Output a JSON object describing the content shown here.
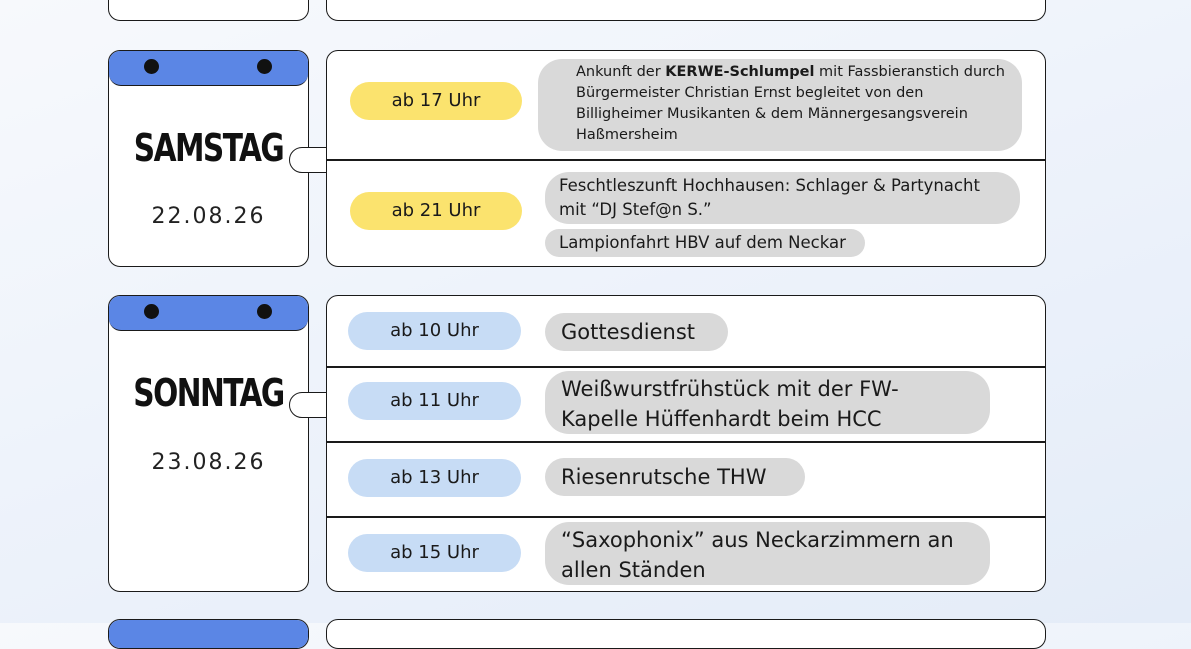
{
  "saturday": {
    "day": "SAMSTAG",
    "date": "22.08.26",
    "events": [
      {
        "time": "ab 17 Uhr",
        "text_before": "Ankunft der ",
        "text_bold": "KERWE-Schlumpel",
        "text_after": " mit Fassbieranstich durch Bürgermeister Christian Ernst begleitet von den Billigheimer Musikanten & dem Männergesangsverein Haßmersheim"
      },
      {
        "time": "ab 21 Uhr",
        "text": "Feschtleszunft Hochhausen: Schlager & Partynacht mit “DJ Stef@n S.”",
        "text2": "Lampionfahrt HBV auf dem Neckar"
      }
    ]
  },
  "sunday": {
    "day": "SONNTAG",
    "date": "23.08.26",
    "events": [
      {
        "time": "ab 10 Uhr",
        "text": "Gottesdienst"
      },
      {
        "time": "ab 11 Uhr",
        "text": "Weißwurstfrühstück mit der FW-Kapelle Hüffenhardt beim HCC"
      },
      {
        "time": "ab 13 Uhr",
        "text": "Riesenrutsche THW"
      },
      {
        "time": "ab 15 Uhr",
        "text": "“Saxophonix” aus Neckarzimmern an allen Ständen"
      }
    ]
  },
  "colors": {
    "calendar_header": "#5b86e5",
    "time_saturday": "#fbe36e",
    "time_sunday": "#c7dcf5",
    "event_pill": "#d9d9d9",
    "outline": "#1a1a1a"
  }
}
